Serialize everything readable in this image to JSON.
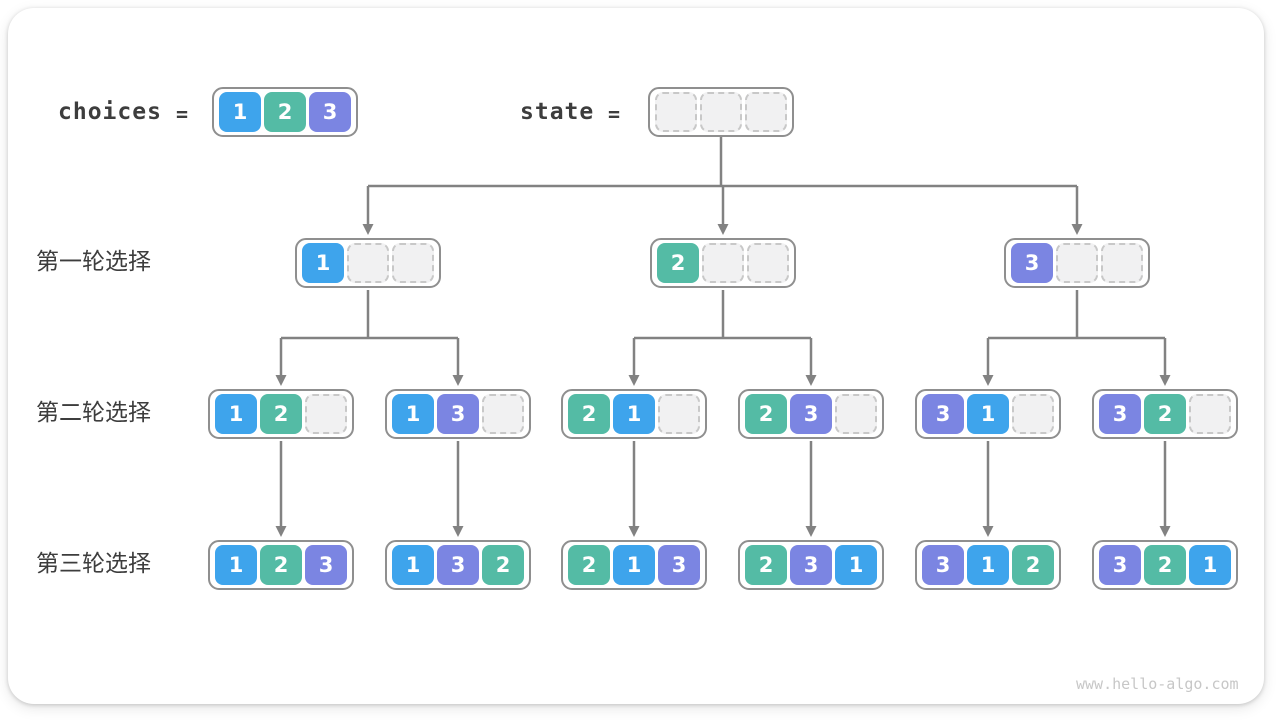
{
  "colors": {
    "choice_1": "#3EA4EC",
    "choice_2": "#54BBA5",
    "choice_3": "#7B85E2",
    "connector": "#828282",
    "node_border": "#8F8F8F",
    "empty_cell_bg": "#F1F1F2",
    "empty_cell_border": "#C8C8C8",
    "text": "#3D3D3D",
    "watermark": "#C7C7C7"
  },
  "header": {
    "choices_label": "choices",
    "equals": "=",
    "state_label": "state",
    "choices_cells": [
      "1",
      "2",
      "3"
    ],
    "state_cells": [
      "",
      "",
      ""
    ]
  },
  "tree": {
    "rows": [
      {
        "label": "第一轮选择",
        "nodes": [
          [
            "1",
            "",
            ""
          ],
          [
            "2",
            "",
            ""
          ],
          [
            "3",
            "",
            ""
          ]
        ]
      },
      {
        "label": "第二轮选择",
        "nodes": [
          [
            "1",
            "2",
            ""
          ],
          [
            "1",
            "3",
            ""
          ],
          [
            "2",
            "1",
            ""
          ],
          [
            "2",
            "3",
            ""
          ],
          [
            "3",
            "1",
            ""
          ],
          [
            "3",
            "2",
            ""
          ]
        ]
      },
      {
        "label": "第三轮选择",
        "nodes": [
          [
            "1",
            "2",
            "3"
          ],
          [
            "1",
            "3",
            "2"
          ],
          [
            "2",
            "1",
            "3"
          ],
          [
            "2",
            "3",
            "1"
          ],
          [
            "3",
            "1",
            "2"
          ],
          [
            "3",
            "2",
            "1"
          ]
        ]
      }
    ]
  },
  "footer": {
    "watermark": "www.hello-algo.com"
  }
}
